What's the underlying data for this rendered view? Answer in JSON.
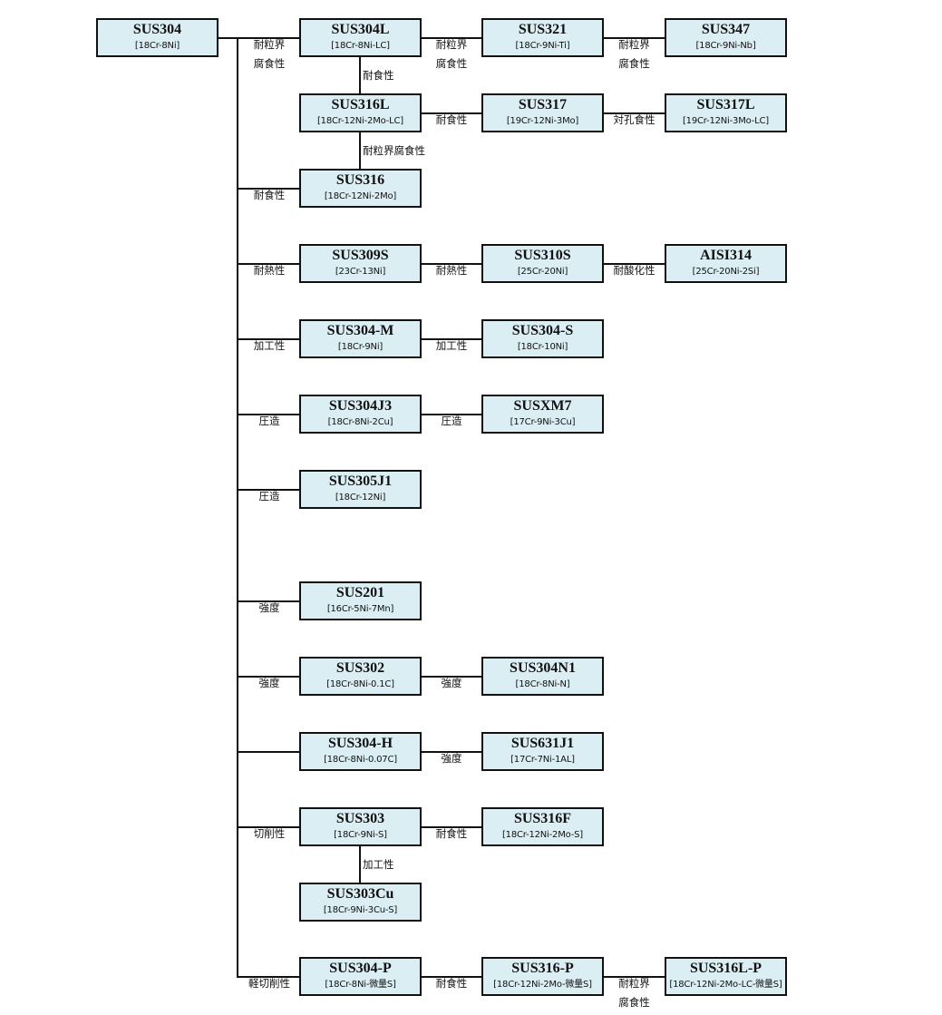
{
  "nodes": [
    {
      "name": "SUS304",
      "comp": "[18Cr-8Ni]"
    },
    {
      "name": "SUS304L",
      "comp": "[18Cr-8Ni-LC]"
    },
    {
      "name": "SUS321",
      "comp": "[18Cr-9Ni-Ti]"
    },
    {
      "name": "SUS347",
      "comp": "[18Cr-9Ni-Nb]"
    },
    {
      "name": "SUS316L",
      "comp": "[18Cr-12Ni-2Mo-LC]"
    },
    {
      "name": "SUS317",
      "comp": "[19Cr-12Ni-3Mo]"
    },
    {
      "name": "SUS317L",
      "comp": "[19Cr-12Ni-3Mo-LC]"
    },
    {
      "name": "SUS316",
      "comp": "[18Cr-12Ni-2Mo]"
    },
    {
      "name": "SUS309S",
      "comp": "[23Cr-13Ni]"
    },
    {
      "name": "SUS310S",
      "comp": "[25Cr-20Ni]"
    },
    {
      "name": "AISI314",
      "comp": "[25Cr-20Ni-2Si]"
    },
    {
      "name": "SUS304-M",
      "comp": "[18Cr-9Ni]"
    },
    {
      "name": "SUS304-S",
      "comp": "[18Cr-10Ni]"
    },
    {
      "name": "SUS304J3",
      "comp": "[18Cr-8Ni-2Cu]"
    },
    {
      "name": "SUSXM7",
      "comp": "[17Cr-9Ni-3Cu]"
    },
    {
      "name": "SUS305J1",
      "comp": "[18Cr-12Ni]"
    },
    {
      "name": "SUS201",
      "comp": "[16Cr-5Ni-7Mn]"
    },
    {
      "name": "SUS302",
      "comp": "[18Cr-8Ni-0.1C]"
    },
    {
      "name": "SUS304N1",
      "comp": "[18Cr-8Ni-N]"
    },
    {
      "name": "SUS304-H",
      "comp": "[18Cr-8Ni-0.07C]"
    },
    {
      "name": "SUS631J1",
      "comp": "[17Cr-7Ni-1AL]"
    },
    {
      "name": "SUS303",
      "comp": "[18Cr-9Ni-S]"
    },
    {
      "name": "SUS316F",
      "comp": "[18Cr-12Ni-2Mo-S]"
    },
    {
      "name": "SUS303Cu",
      "comp": "[18Cr-9Ni-3Cu-S]"
    },
    {
      "name": "SUS304-P",
      "comp": "[18Cr-8Ni-微量S]"
    },
    {
      "name": "SUS316-P",
      "comp": "[18Cr-12Ni-2Mo-微量S]"
    },
    {
      "name": "SUS316L-P",
      "comp": "[18Cr-12Ni-2Mo-LC-微量S]"
    }
  ],
  "edges": [
    {
      "from": 0,
      "to": 1,
      "label": [
        "耐粒界",
        "腐食性"
      ]
    },
    {
      "from": 1,
      "to": 2,
      "label": [
        "耐粒界",
        "腐食性"
      ]
    },
    {
      "from": 2,
      "to": 3,
      "label": [
        "耐粒界",
        "腐食性"
      ]
    },
    {
      "from": 1,
      "to": 4,
      "label": [
        "耐食性"
      ]
    },
    {
      "from": 4,
      "to": 5,
      "label": [
        "耐食性"
      ]
    },
    {
      "from": 5,
      "to": 6,
      "label": [
        "対孔食性"
      ]
    },
    {
      "from": 4,
      "to": 7,
      "label": [
        "耐粒界腐食性"
      ]
    },
    {
      "from": 0,
      "to": 7,
      "label": [
        "耐食性"
      ]
    },
    {
      "from": 0,
      "to": 8,
      "label": [
        "耐熱性"
      ]
    },
    {
      "from": 8,
      "to": 9,
      "label": [
        "耐熱性"
      ]
    },
    {
      "from": 9,
      "to": 10,
      "label": [
        "耐酸化性"
      ]
    },
    {
      "from": 0,
      "to": 11,
      "label": [
        "加工性"
      ]
    },
    {
      "from": 11,
      "to": 12,
      "label": [
        "加工性"
      ]
    },
    {
      "from": 0,
      "to": 13,
      "label": [
        "圧造"
      ]
    },
    {
      "from": 13,
      "to": 14,
      "label": [
        "圧造"
      ]
    },
    {
      "from": 0,
      "to": 15,
      "label": [
        "圧造"
      ]
    },
    {
      "from": 0,
      "to": 16,
      "label": [
        "強度"
      ]
    },
    {
      "from": 0,
      "to": 17,
      "label": [
        "強度"
      ]
    },
    {
      "from": 17,
      "to": 18,
      "label": [
        "強度"
      ]
    },
    {
      "from": 0,
      "to": 19,
      "label": []
    },
    {
      "from": 19,
      "to": 20,
      "label": [
        "強度"
      ]
    },
    {
      "from": 0,
      "to": 21,
      "label": [
        "切削性"
      ]
    },
    {
      "from": 21,
      "to": 22,
      "label": [
        "耐食性"
      ]
    },
    {
      "from": 21,
      "to": 23,
      "label": [
        "加工性"
      ]
    },
    {
      "from": 0,
      "to": 24,
      "label": [
        "軽切削性"
      ]
    },
    {
      "from": 24,
      "to": 25,
      "label": [
        "耐食性"
      ]
    },
    {
      "from": 25,
      "to": 26,
      "label": [
        "耐粒界",
        "腐食性"
      ]
    }
  ]
}
